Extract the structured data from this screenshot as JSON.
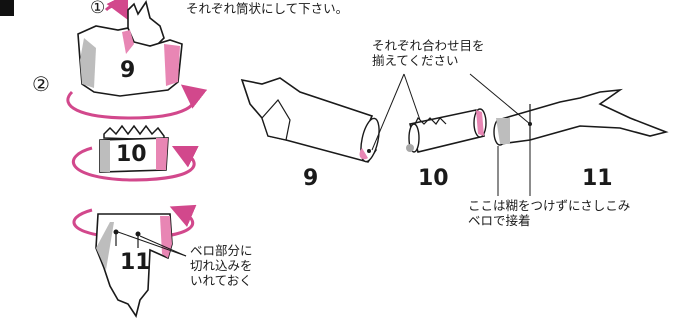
{
  "header_text": "それぞれ筒状にして下さい。",
  "step_markers": {
    "step1": "①",
    "step2": "②"
  },
  "part_numbers": {
    "left_9": "9",
    "left_10": "10",
    "left_11": "11",
    "right_9": "9",
    "right_10": "10",
    "right_11": "11"
  },
  "notes": {
    "align_seams": "それぞれ合わせ目を\n揃えてください",
    "flap_cut": "ベロ部分に\n切れ込みを\nいれておく",
    "no_glue": "ここは糊をつけずにさしこみ\nベロで接着"
  },
  "colors": {
    "accent_pink": "#d2488c",
    "pink_fill": "#e886b4",
    "gray_shade": "#bdbdbd",
    "line": "#1a1a1a"
  }
}
